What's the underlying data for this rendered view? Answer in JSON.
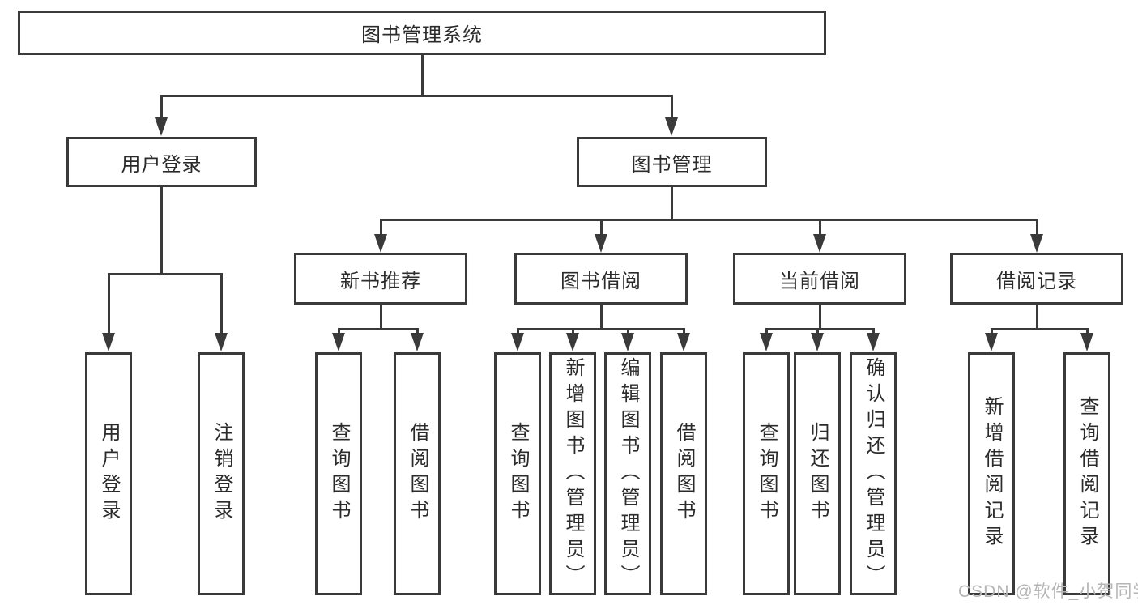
{
  "diagram_title": "图书管理系统",
  "tree": {
    "root": {
      "label": "图书管理系统"
    },
    "branches": [
      {
        "label": "用户登录",
        "children": [
          {
            "label": "用户登录"
          },
          {
            "label": "注销登录"
          }
        ]
      },
      {
        "label": "图书管理",
        "children": [
          {
            "label": "新书推荐",
            "children": [
              {
                "label": "查询图书"
              },
              {
                "label": "借阅图书"
              }
            ]
          },
          {
            "label": "图书借阅",
            "children": [
              {
                "label": "查询图书"
              },
              {
                "label": "新增图书（管理员）"
              },
              {
                "label": "编辑图书（管理员）"
              },
              {
                "label": "借阅图书"
              }
            ]
          },
          {
            "label": "当前借阅",
            "children": [
              {
                "label": "查询图书"
              },
              {
                "label": "归还图书"
              },
              {
                "label": "确认归还（管理员）"
              }
            ]
          },
          {
            "label": "借阅记录",
            "children": [
              {
                "label": "新增借阅记录"
              },
              {
                "label": "查询借阅记录"
              }
            ]
          }
        ]
      }
    ]
  },
  "watermark": {
    "text": "CSDN @软件_小贺同学"
  },
  "colors": {
    "line": "#3a3a3a",
    "text": "#2b2b2b",
    "background": "#ffffff",
    "watermark": "#b5b5b5"
  }
}
